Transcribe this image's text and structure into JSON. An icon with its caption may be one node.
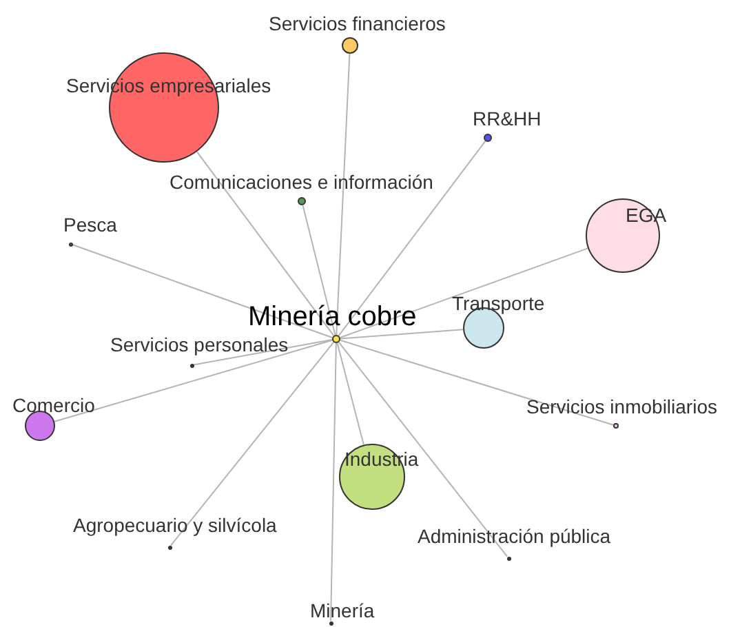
{
  "diagram": {
    "nodes": [
      {
        "text": [
          "Minería cobre"
        ]
      },
      {
        "text": [
          "Servicios financieros"
        ]
      },
      {
        "text": [
          "Servicios empresariales"
        ]
      },
      {
        "text": [
          "RR&HH"
        ]
      },
      {
        "text": [
          "Comunicaciones e información"
        ]
      },
      {
        "text": [
          "Pesca"
        ]
      },
      {
        "text": [
          "EGA"
        ]
      },
      {
        "text": [
          "Transporte"
        ]
      },
      {
        "text": [
          "Servicios personales"
        ]
      },
      {
        "text": [
          "Comercio"
        ]
      },
      {
        "text": [
          "Servicios inmobiliarios"
        ]
      },
      {
        "text": [
          "Industria"
        ]
      },
      {
        "text": [
          "Agropecuario y silvícola"
        ]
      },
      {
        "text": [
          "Administración pública"
        ]
      },
      {
        "text": [
          "Minería"
        ]
      }
    ],
    "edges": [
      {
        "from": 0,
        "to": 1,
        "arrow": "none"
      },
      {
        "from": 0,
        "to": 2,
        "arrow": "none"
      },
      {
        "from": 0,
        "to": 3,
        "arrow": "none"
      },
      {
        "from": 0,
        "to": 4,
        "arrow": "none"
      },
      {
        "from": 0,
        "to": 5,
        "arrow": "none"
      },
      {
        "from": 0,
        "to": 6,
        "arrow": "none"
      },
      {
        "from": 0,
        "to": 7,
        "arrow": "none"
      },
      {
        "from": 0,
        "to": 8,
        "arrow": "none"
      },
      {
        "from": 0,
        "to": 9,
        "arrow": "none"
      },
      {
        "from": 0,
        "to": 10,
        "arrow": "none"
      },
      {
        "from": 0,
        "to": 11,
        "arrow": "none"
      },
      {
        "from": 0,
        "to": 12,
        "arrow": "none"
      },
      {
        "from": 0,
        "to": 13,
        "arrow": "none"
      },
      {
        "from": 0,
        "to": 14,
        "arrow": "none"
      }
    ]
  }
}
